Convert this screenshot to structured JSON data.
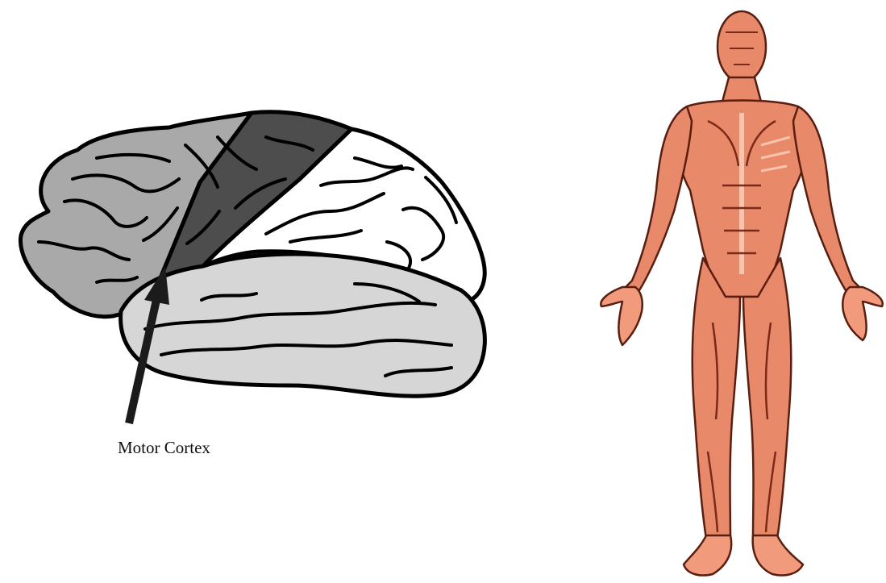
{
  "labels": {
    "motor_cortex": "Motor Cortex"
  },
  "colors": {
    "frontal_lobe": "#a9a9a9",
    "motor_cortex": "#4d4d4d",
    "parietal_lobe": "#ffffff",
    "temporal_lobe": "#d6d6d6",
    "outline": "#000000",
    "muscle": "#e8896a",
    "muscle_dark": "#7a2a18",
    "skin_light": "#f7c4ad"
  },
  "illustrations": {
    "brain": "brain-lateral-view",
    "body": "muscular-anatomy-figure"
  }
}
